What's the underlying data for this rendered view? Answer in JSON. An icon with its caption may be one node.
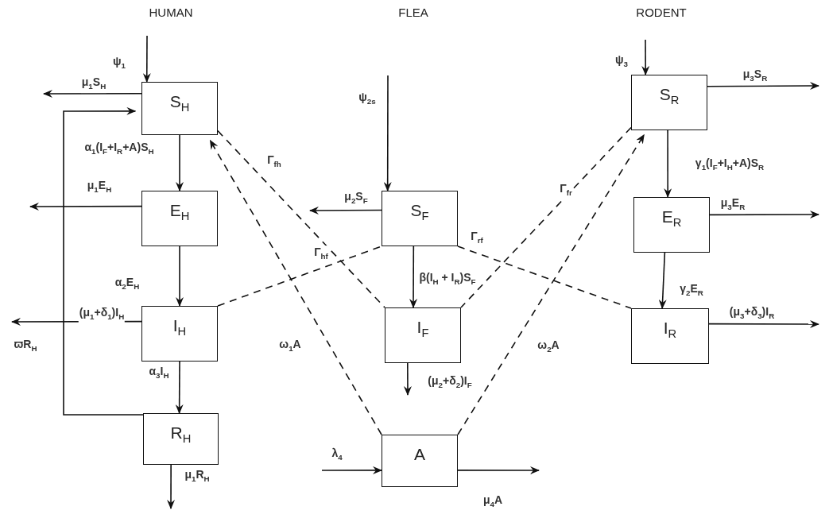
{
  "diagram": {
    "nodes": [
      {
        "text": [
          "S$_{H}$"
        ]
      },
      {
        "text": [
          "E$_{H}$"
        ]
      },
      {
        "text": [
          "I$_{H}$"
        ]
      },
      {
        "text": [
          "R$_{H}$"
        ]
      },
      {
        "text": [
          "S$_{F}$"
        ]
      },
      {
        "text": [
          "I$_{F}$"
        ]
      },
      {
        "text": [
          "A"
        ]
      },
      {
        "text": [
          "S$_{R}$"
        ]
      },
      {
        "text": [
          "E$_{R}$"
        ]
      },
      {
        "text": [
          "I$_{R}$"
        ]
      }
    ],
    "edges": [
      {
        "from": null,
        "to": 0,
        "arrow": "to",
        "label": "ψ$_{1}$"
      },
      {
        "from": 0,
        "to": null,
        "arrow": "to",
        "label": "μ$_{1}$S$_{H}$"
      },
      {
        "from": 3,
        "to": 0,
        "arrow": "to",
        "label": "ϖR$_{H}$"
      },
      {
        "from": 0,
        "to": 1,
        "arrow": "to",
        "label": "α$_{1}$(I$_{F}$+I$_{R}$+A)S$_{H}$"
      },
      {
        "from": 1,
        "to": null,
        "arrow": "to",
        "label": "μ$_{1}$E$_{H}$"
      },
      {
        "from": 1,
        "to": 2,
        "arrow": "to",
        "label": "α$_{2}$E$_{H}$"
      },
      {
        "from": 2,
        "to": null,
        "arrow": "to",
        "label": "(μ$_{1}$+δ$_{1}$)I$_{H}$"
      },
      {
        "from": 2,
        "to": 3,
        "arrow": "to",
        "label": "α$_{3}$I$_{H}$"
      },
      {
        "from": 3,
        "to": null,
        "arrow": "to",
        "label": "μ$_{1}$R$_{H}$"
      },
      {
        "from": null,
        "to": 4,
        "arrow": "to",
        "label": "ψ$_{2s}$"
      },
      {
        "from": 4,
        "to": null,
        "arrow": "to",
        "label": "μ$_{2}$S$_{F}$"
      },
      {
        "from": 4,
        "to": 5,
        "arrow": "to",
        "label": "β(I$_{H}$ + I$_{R}$)S$_{F}$"
      },
      {
        "from": 5,
        "to": null,
        "arrow": "to",
        "label": "(μ$_{2}$+δ$_{2}$)I$_{F}$"
      },
      {
        "from": null,
        "to": 6,
        "arrow": "to",
        "label": "λ$_{4}$"
      },
      {
        "from": 6,
        "to": null,
        "arrow": "to",
        "label": "μ$_{4}$A"
      },
      {
        "from": null,
        "to": 7,
        "arrow": "to",
        "label": "ψ$_{3}$"
      },
      {
        "from": 7,
        "to": null,
        "arrow": "to",
        "label": "μ$_{3}$S$_{R}$"
      },
      {
        "from": 7,
        "to": 8,
        "arrow": "to",
        "label": "γ$_{1}$(I$_{F}$+I$_{H}$+A)S$_{R}$"
      },
      {
        "from": 8,
        "to": null,
        "arrow": "to",
        "label": "μ$_{3}$E$_{R}$"
      },
      {
        "from": 8,
        "to": 9,
        "arrow": "to",
        "label": "γ$_{2}$E$_{R}$"
      },
      {
        "from": 9,
        "to": null,
        "arrow": "to",
        "label": "(μ$_{3}$+δ$_{3}$)I$_{R}$"
      },
      {
        "from": 2,
        "to": 4,
        "arrow": "none",
        "label": "Γ$_{hf}$",
        "style": "dashed"
      },
      {
        "from": 0,
        "to": 5,
        "arrow": "none",
        "label": "Γ$_{fh}$",
        "style": "dashed"
      },
      {
        "from": 6,
        "to": 0,
        "arrow": "to",
        "label": "ω$_{1}$A",
        "style": "dashed"
      },
      {
        "from": 7,
        "to": 5,
        "arrow": "none",
        "label": "Γ$_{fr}$",
        "style": "dashed"
      },
      {
        "from": 6,
        "to": 7,
        "arrow": "to",
        "label": "ω$_{2}$A",
        "style": "dashed"
      },
      {
        "from": 4,
        "to": 9,
        "arrow": "none",
        "label": "Γ$_{rf}$",
        "style": "dashed"
      }
    ],
    "labels": [
      "HUMAN",
      "FLEA",
      "RODENT"
    ]
  }
}
